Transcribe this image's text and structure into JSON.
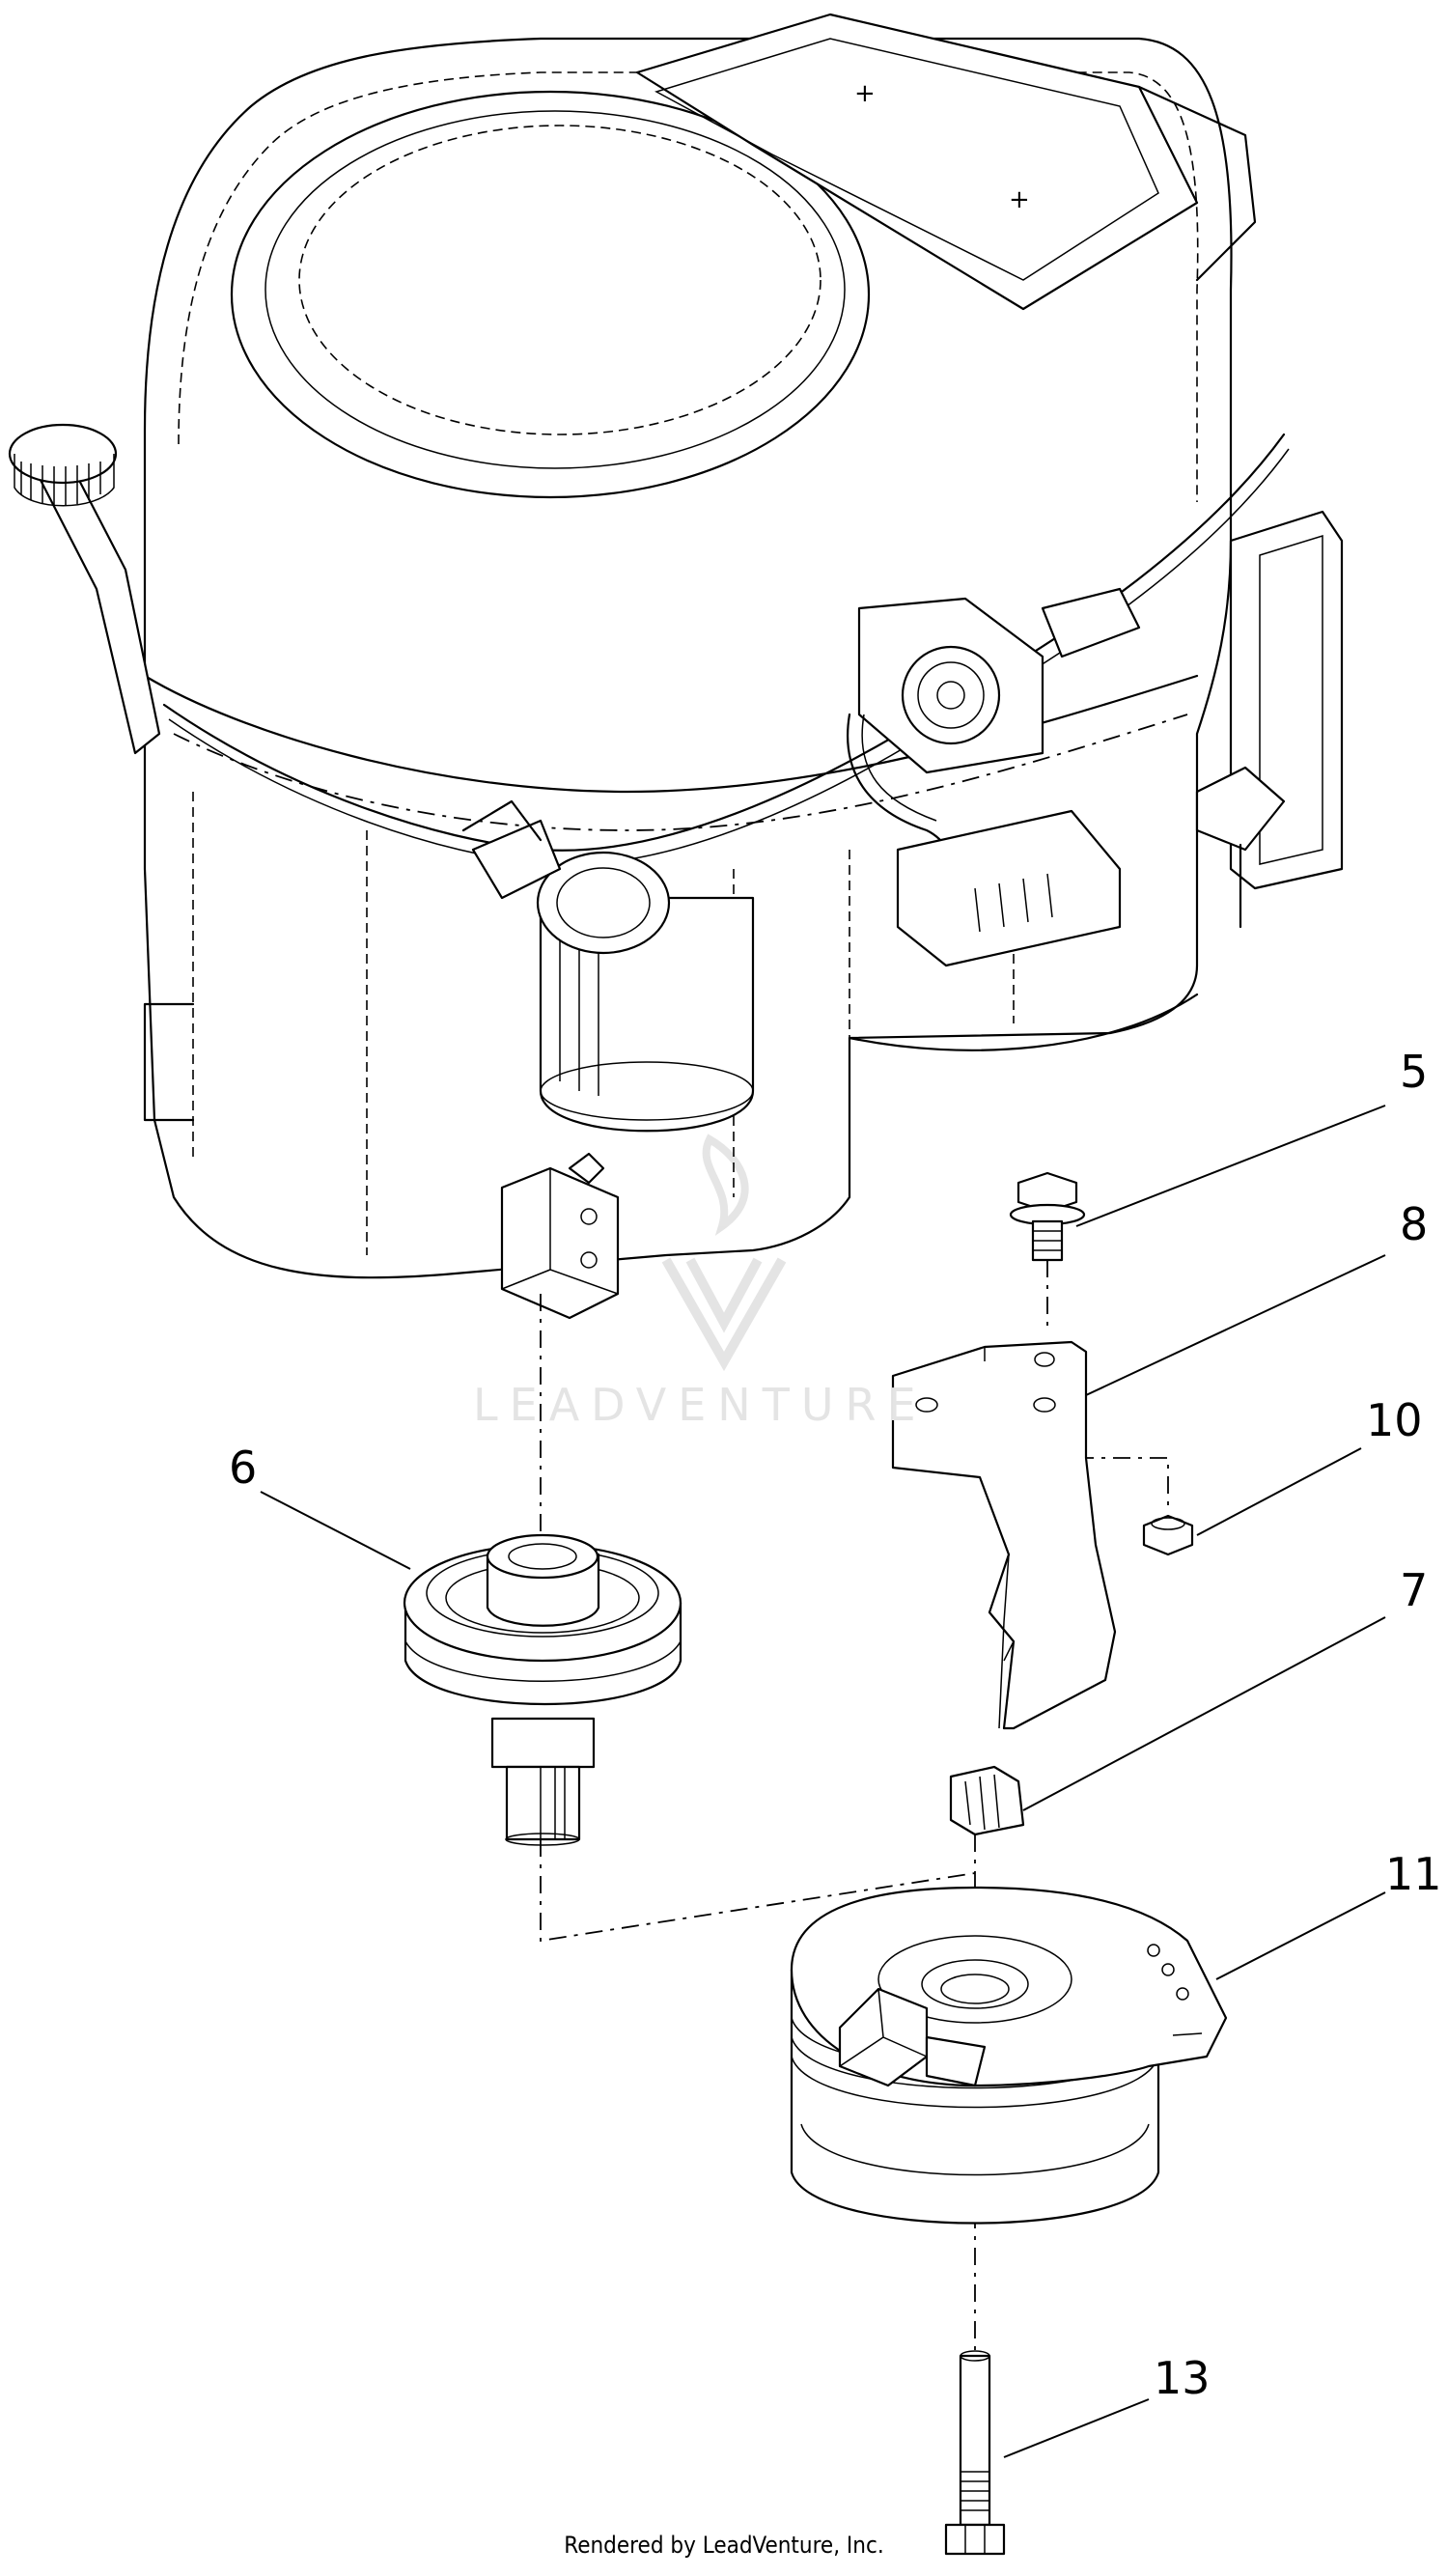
{
  "diagram": {
    "callouts": [
      {
        "id": "5",
        "label": "5"
      },
      {
        "id": "8",
        "label": "8"
      },
      {
        "id": "10",
        "label": "10"
      },
      {
        "id": "6",
        "label": "6"
      },
      {
        "id": "7",
        "label": "7"
      },
      {
        "id": "11",
        "label": "11"
      },
      {
        "id": "13",
        "label": "13"
      }
    ]
  },
  "watermark": {
    "text": "LEADVENTURE"
  },
  "footer": {
    "text": "Rendered by LeadVenture, Inc."
  },
  "colors": {
    "line": "#000000",
    "watermark": "#e4e4e4"
  }
}
